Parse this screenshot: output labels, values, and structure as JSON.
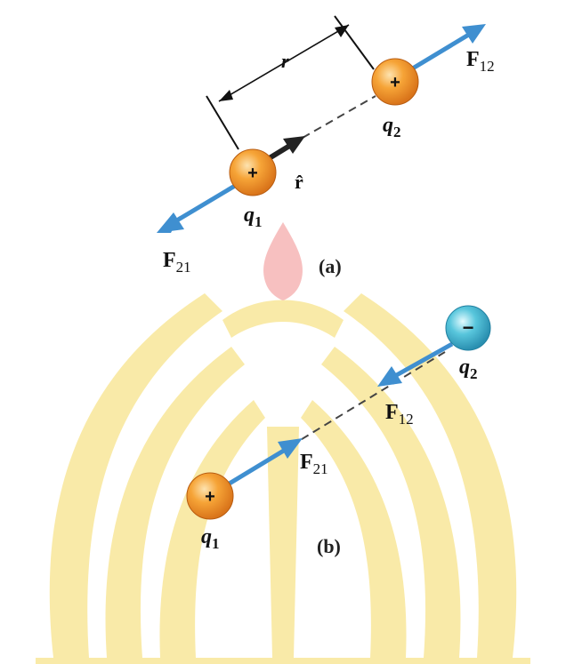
{
  "background": {
    "watermark_color": "#f9e79a",
    "watermark_flame_color": "#f6b6b6",
    "watermark_description": "university-emblem-watermark"
  },
  "colors": {
    "force_arrow": "#3f8fd0",
    "unit_vector_arrow": "#222222",
    "positive_charge": "#f39a2a",
    "negative_charge": "#3ab6cf",
    "dashed_line": "#444444"
  },
  "panel_a": {
    "label": "(a)",
    "distance_label": "r",
    "unit_vector_label": "r̂",
    "charge1": {
      "sign": "+",
      "name": "q",
      "sub": "1"
    },
    "charge2": {
      "sign": "+",
      "name": "q",
      "sub": "2"
    },
    "force12": {
      "name": "F",
      "sub": "12"
    },
    "force21": {
      "name": "F",
      "sub": "21"
    }
  },
  "panel_b": {
    "label": "(b)",
    "charge1": {
      "sign": "+",
      "name": "q",
      "sub": "1"
    },
    "charge2": {
      "sign": "−",
      "name": "q",
      "sub": "2"
    },
    "force12": {
      "name": "F",
      "sub": "12"
    },
    "force21": {
      "name": "F",
      "sub": "21"
    }
  }
}
